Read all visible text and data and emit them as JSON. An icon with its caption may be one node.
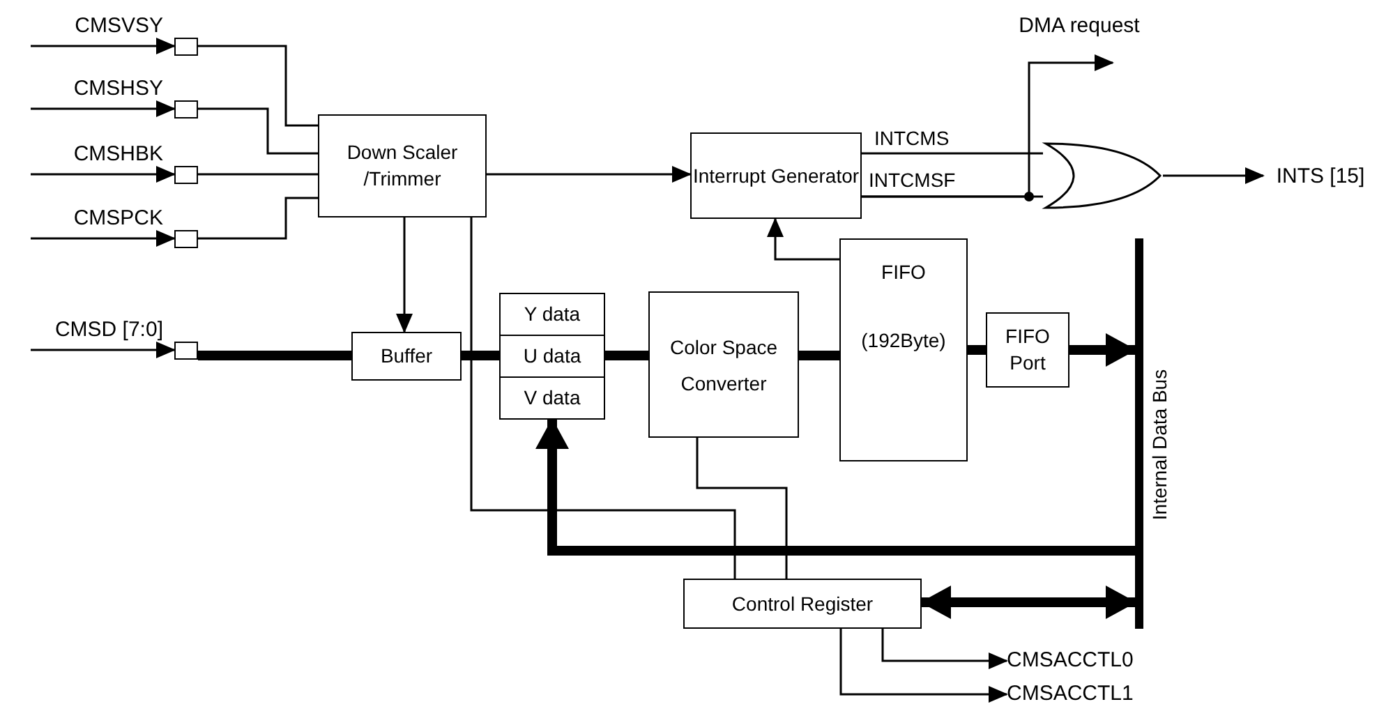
{
  "diagram": {
    "nodes": [
      {
        "text": [],
        "shape": "box",
        "beside": [
          "CMSVSY"
        ]
      },
      {
        "text": [],
        "shape": "box",
        "beside": [
          "CMSHSY"
        ]
      },
      {
        "text": [],
        "shape": "box",
        "beside": [
          "CMSHBK"
        ]
      },
      {
        "text": [],
        "shape": "box",
        "beside": [
          "CMSPCK"
        ]
      },
      {
        "text": [
          "Down Scaler /Trimmer"
        ]
      },
      {
        "text": [
          "Interrupt Generator"
        ]
      },
      {
        "text": [],
        "shape": "gate"
      },
      {
        "text": [
          "DMA request"
        ]
      },
      {
        "text": [
          "INTS [15]"
        ]
      },
      {
        "text": [],
        "shape": "box",
        "beside": [
          "CMSD [7:0]"
        ]
      },
      {
        "text": [
          "Buffer"
        ]
      },
      {
        "text": [
          "Y data"
        ]
      },
      {
        "text": [
          "U data"
        ]
      },
      {
        "text": [
          "V data"
        ]
      },
      {
        "text": [
          "Color Space Converter"
        ]
      },
      {
        "text": [
          "FIFO",
          "(192Byte)"
        ]
      },
      {
        "text": [
          "FIFO Port"
        ]
      },
      {
        "text": [
          "Internal Data Bus"
        ]
      },
      {
        "text": [
          "Control Register"
        ]
      },
      {
        "text": [
          "CMSACCTL0"
        ]
      },
      {
        "text": [
          "CMSACCTL1"
        ]
      }
    ],
    "edges": [
      {
        "from": null,
        "to": 0,
        "arrow": "to"
      },
      {
        "from": null,
        "to": 1,
        "arrow": "to"
      },
      {
        "from": null,
        "to": 2,
        "arrow": "to"
      },
      {
        "from": null,
        "to": 3,
        "arrow": "to"
      },
      {
        "from": null,
        "to": 9,
        "arrow": "to"
      },
      {
        "from": 0,
        "to": 4,
        "arrow": "none"
      },
      {
        "from": 1,
        "to": 4,
        "arrow": "none"
      },
      {
        "from": 2,
        "to": 4,
        "arrow": "none"
      },
      {
        "from": 3,
        "to": 4,
        "arrow": "none"
      },
      {
        "from": 4,
        "to": 5,
        "arrow": "to"
      },
      {
        "from": 4,
        "to": 10,
        "arrow": "to"
      },
      {
        "from": 4,
        "to": 18,
        "arrow": "none"
      },
      {
        "from": 9,
        "to": 10,
        "arrow": "none",
        "style": "thick"
      },
      {
        "from": 10,
        "to": 12,
        "arrow": "none",
        "style": "thick"
      },
      {
        "from": 12,
        "to": 14,
        "arrow": "none",
        "style": "thick"
      },
      {
        "from": 14,
        "to": 15,
        "arrow": "none",
        "style": "thick"
      },
      {
        "from": 15,
        "to": 16,
        "arrow": "none",
        "style": "thick"
      },
      {
        "from": 16,
        "to": 17,
        "arrow": "to",
        "style": "thick"
      },
      {
        "from": 15,
        "to": 5,
        "arrow": "to"
      },
      {
        "from": 5,
        "to": 6,
        "arrow": "none",
        "label": "INTCMS"
      },
      {
        "from": 5,
        "to": 6,
        "arrow": "none",
        "label": "INTCMSF"
      },
      {
        "from": 5,
        "to": 7,
        "arrow": "to"
      },
      {
        "from": 6,
        "to": 8,
        "arrow": "to"
      },
      {
        "from": 17,
        "to": 13,
        "arrow": "to",
        "style": "thick"
      },
      {
        "from": 18,
        "to": 17,
        "arrow": "both",
        "style": "thick"
      },
      {
        "from": 14,
        "to": 18,
        "arrow": "none"
      },
      {
        "from": 18,
        "to": 19,
        "arrow": "to"
      },
      {
        "from": 18,
        "to": 20,
        "arrow": "to"
      }
    ]
  }
}
